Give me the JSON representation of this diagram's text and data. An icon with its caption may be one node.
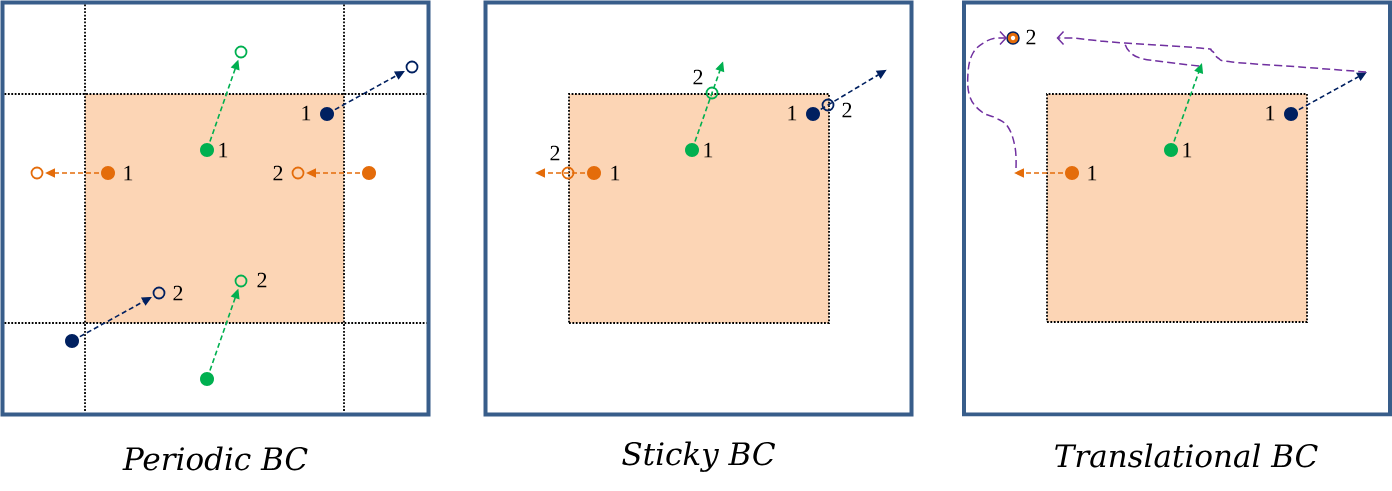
{
  "diagram": {
    "nodes": [
      {
        "text": [
          "Periodic BC"
        ]
      },
      {
        "text": [],
        "shape": "box",
        "in": 0
      },
      {
        "text": [],
        "shape": "circle",
        "in": 0
      },
      {
        "text": [],
        "shape": "circle",
        "in": 0
      },
      {
        "text": [],
        "shape": "circle",
        "beside": [
          "1"
        ],
        "in": 1
      },
      {
        "text": [],
        "shape": "circle",
        "beside": [
          "1"
        ],
        "in": 1
      },
      {
        "text": [],
        "shape": "circle",
        "in": 0
      },
      {
        "text": [],
        "shape": "circle",
        "beside": [
          "1"
        ],
        "in": 1
      },
      {
        "text": [],
        "shape": "circle",
        "beside": [
          "2"
        ],
        "in": 1
      },
      {
        "text": [],
        "shape": "circle",
        "in": 0
      },
      {
        "text": [],
        "shape": "circle",
        "beside": [
          "2"
        ],
        "in": 1
      },
      {
        "text": [],
        "shape": "circle",
        "beside": [
          "2"
        ],
        "in": 1
      },
      {
        "text": [],
        "shape": "circle",
        "in": 0
      },
      {
        "text": [],
        "shape": "circle",
        "in": 0
      },
      {
        "text": [
          "Sticky BC"
        ]
      },
      {
        "text": [],
        "shape": "box",
        "in": 14
      },
      {
        "text": [],
        "shape": "circle",
        "beside": [
          "2"
        ],
        "in": 14
      },
      {
        "text": [],
        "shape": "circle",
        "beside": [
          "2"
        ],
        "in": 14
      },
      {
        "text": [],
        "shape": "circle",
        "beside": [
          "1"
        ],
        "in": 15
      },
      {
        "text": [],
        "shape": "circle",
        "beside": [
          "1"
        ],
        "in": 15
      },
      {
        "text": [],
        "shape": "circle",
        "beside": [
          "2"
        ],
        "in": 14
      },
      {
        "text": [],
        "shape": "circle",
        "beside": [
          "1"
        ],
        "in": 15
      },
      {
        "text": [
          "Translational BC"
        ]
      },
      {
        "text": [],
        "shape": "box",
        "in": 22
      },
      {
        "text": [],
        "shape": "circle",
        "beside": [
          "2"
        ],
        "in": 22
      },
      {
        "text": [],
        "shape": "circle",
        "beside": [
          "1"
        ],
        "in": 23
      },
      {
        "text": [],
        "shape": "circle",
        "beside": [
          "1"
        ],
        "in": 23
      },
      {
        "text": [],
        "shape": "circle",
        "beside": [
          "1"
        ],
        "in": 23
      }
    ],
    "edges": [
      {
        "from": 5,
        "to": 2,
        "arrow": "to",
        "style": "dashed",
        "color": "#00b050"
      },
      {
        "from": 4,
        "to": 3,
        "arrow": "to",
        "style": "dashed",
        "color": "#002060"
      },
      {
        "from": 7,
        "to": 6,
        "arrow": "to",
        "style": "dashed",
        "color": "#e46c0a"
      },
      {
        "from": 9,
        "to": 8,
        "arrow": "to",
        "style": "dashed",
        "color": "#e46c0a"
      },
      {
        "from": 13,
        "to": 10,
        "arrow": "to",
        "style": "dashed",
        "color": "#00b050"
      },
      {
        "from": 12,
        "to": 11,
        "arrow": "to",
        "style": "dashed",
        "color": "#002060"
      },
      {
        "from": 19,
        "to": 16,
        "arrow": "to",
        "style": "dashed",
        "color": "#00b050"
      },
      {
        "from": 18,
        "to": 17,
        "arrow": "to",
        "style": "dashed",
        "color": "#002060"
      },
      {
        "from": 21,
        "to": 20,
        "arrow": "to",
        "style": "dashed",
        "color": "#e46c0a"
      },
      {
        "from": 26,
        "to": null,
        "arrow": "to",
        "style": "dashed",
        "color": "#00b050"
      },
      {
        "from": 25,
        "to": null,
        "arrow": "to",
        "style": "dashed",
        "color": "#002060"
      },
      {
        "from": 27,
        "to": null,
        "arrow": "to",
        "style": "dashed",
        "color": "#e46c0a"
      },
      {
        "from": null,
        "to": 24,
        "arrow": "to",
        "style": "dashed",
        "color": "#7030a0"
      },
      {
        "from": null,
        "to": 24,
        "arrow": "to",
        "style": "dashed",
        "color": "#7030a0"
      }
    ]
  }
}
